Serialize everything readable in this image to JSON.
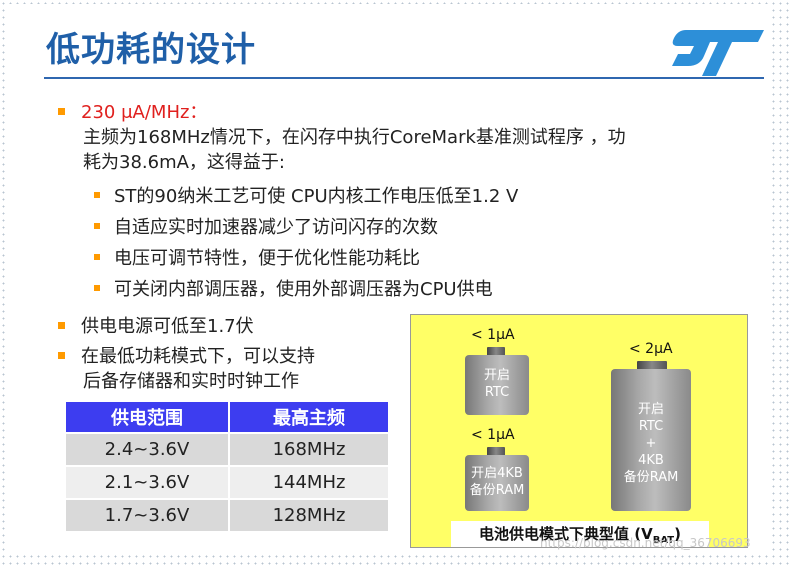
{
  "title": "低功耗的设计",
  "logo": {
    "icon": "st-logo-icon",
    "color": "#2d8fd8"
  },
  "bullets": {
    "b1_head": "230 μA/MHz：",
    "b1_line1": "主频为168MHz情况下，在闪存中执行CoreMark基准测试程序 ，功",
    "b1_line2": "耗为38.6mA，这得益于:",
    "subs": [
      "ST的90纳米工艺可使 CPU内核工作电压低至1.2 V",
      "自适应实时加速器减少了访问闪存的次数",
      "电压可调节特性，便于优化性能功耗比",
      "可关闭内部调压器，使用外部调压器为CPU供电"
    ],
    "b2": "供电电源可低至1.7伏",
    "b3_line1": "在最低功耗模式下，可以支持",
    "b3_line2": "后备存储器和实时时钟工作"
  },
  "table": {
    "headers": [
      "供电范围",
      "最高主频"
    ],
    "rows": [
      [
        "2.4~3.6V",
        "168MHz"
      ],
      [
        "2.1~3.6V",
        "144MHz"
      ],
      [
        "1.7~3.6V",
        "128MHz"
      ]
    ]
  },
  "panel": {
    "rtc_current": "< 1μA",
    "rtc_l1": "开启",
    "rtc_l2": "RTC",
    "ram_current": "< 1μA",
    "ram_l1": "开启4KB",
    "ram_l2": "备份RAM",
    "both_current": "< 2μA",
    "both_l1": "开启",
    "both_l2": "RTC",
    "both_l3": "+",
    "both_l4": "4KB",
    "both_l5": "备份RAM",
    "caption_main": "电池供电模式下典型值 (V",
    "caption_sub": "BAT",
    "caption_end": ")"
  },
  "watermark": "https://blog.csdn.net/qq_36706693"
}
